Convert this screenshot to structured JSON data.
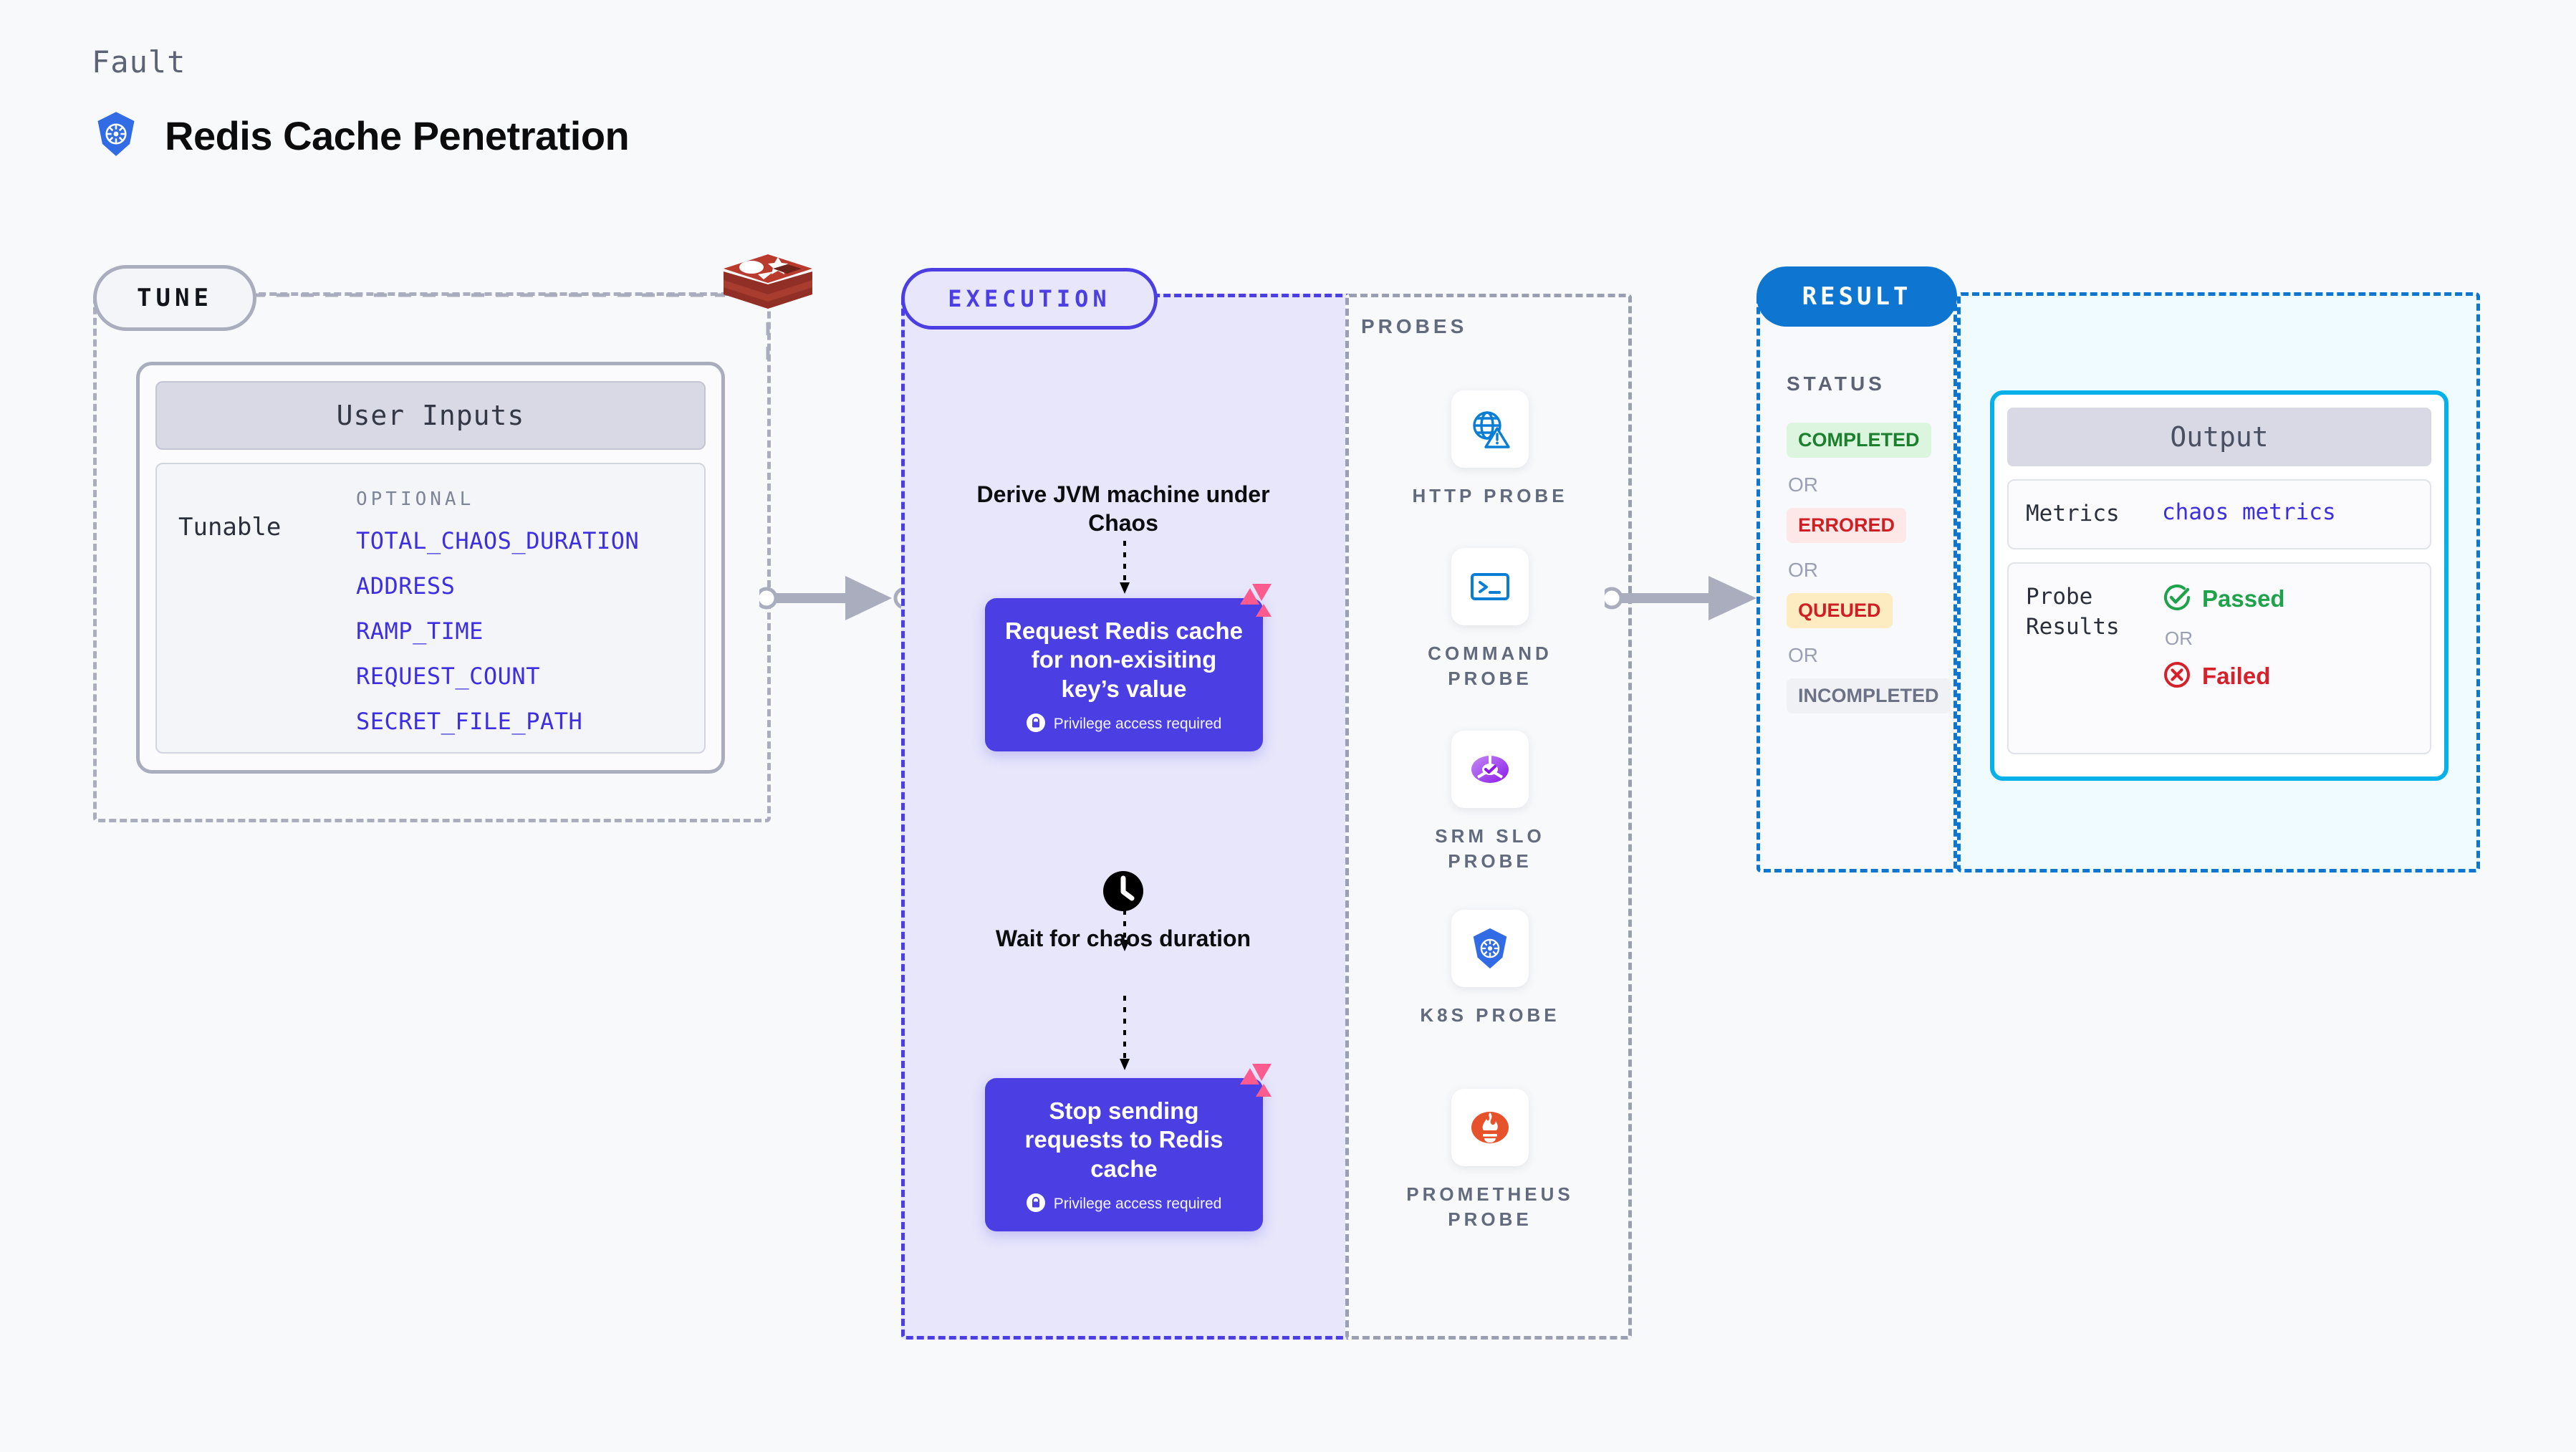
{
  "header": {
    "fault_label": "Fault",
    "title": "Redis Cache Penetration",
    "logo_icon": "kubernetes-icon"
  },
  "tune": {
    "pill_label": "TUNE",
    "source_icon": "redis-logo-icon",
    "user_inputs_title": "User Inputs",
    "tunable_label": "Tunable",
    "optional_label": "OPTIONAL",
    "tunables": [
      "TOTAL_CHAOS_DURATION",
      "ADDRESS",
      "RAMP_TIME",
      "REQUEST_COUNT",
      "SECRET_FILE_PATH"
    ]
  },
  "execution": {
    "pill_label": "EXECUTION",
    "step_derive": "Derive JVM machine under Chaos",
    "step_wait": "Wait for chaos duration",
    "wait_icon": "clock-icon",
    "boxes": [
      {
        "title": "Request Redis cache for non-exisiting key’s value",
        "privilege": "Privilege access required",
        "privilege_icon": "lock-icon",
        "badge_icon": "litmus-chaos-icon"
      },
      {
        "title": "Stop sending requests to Redis cache",
        "privilege": "Privilege access required",
        "privilege_icon": "lock-icon",
        "badge_icon": "litmus-chaos-icon"
      }
    ]
  },
  "probes": {
    "title": "PROBES",
    "items": [
      {
        "label": "HTTP PROBE",
        "icon": "globe-warning-icon"
      },
      {
        "label": "COMMAND PROBE",
        "icon": "terminal-icon"
      },
      {
        "label": "SRM SLO PROBE",
        "icon": "srm-slo-donut-icon"
      },
      {
        "label": "K8S PROBE",
        "icon": "kubernetes-icon"
      },
      {
        "label": "PROMETHEUS PROBE",
        "icon": "prometheus-icon"
      }
    ]
  },
  "result": {
    "pill_label": "RESULT",
    "status_title": "STATUS",
    "or_label": "OR",
    "statuses": [
      {
        "label": "COMPLETED",
        "color": "#1b7f2e",
        "bg": "#dcf5df"
      },
      {
        "label": "ERRORED",
        "color": "#cf1f25",
        "bg": "#fde8e7"
      },
      {
        "label": "QUEUED",
        "color": "#cf1f25",
        "bg": "#fdecc2"
      },
      {
        "label": "INCOMPLETED",
        "color": "#6b7285",
        "bg": "#f0f1f5"
      }
    ]
  },
  "output": {
    "title": "Output",
    "metrics_key": "Metrics",
    "metrics_value": "chaos metrics",
    "probe_results_key": "Probe Results",
    "or_label": "OR",
    "passed_label": "Passed",
    "passed_icon": "check-circle-icon",
    "failed_label": "Failed",
    "failed_icon": "x-circle-icon"
  },
  "colors": {
    "accent_indigo": "#4b3fe4",
    "accent_blue": "#0e76d0",
    "accent_cyan": "#06b0e8",
    "grey_border": "#a9adbd",
    "redis_red": "#a32b22",
    "litmus_pink": "#fb5b8f"
  }
}
